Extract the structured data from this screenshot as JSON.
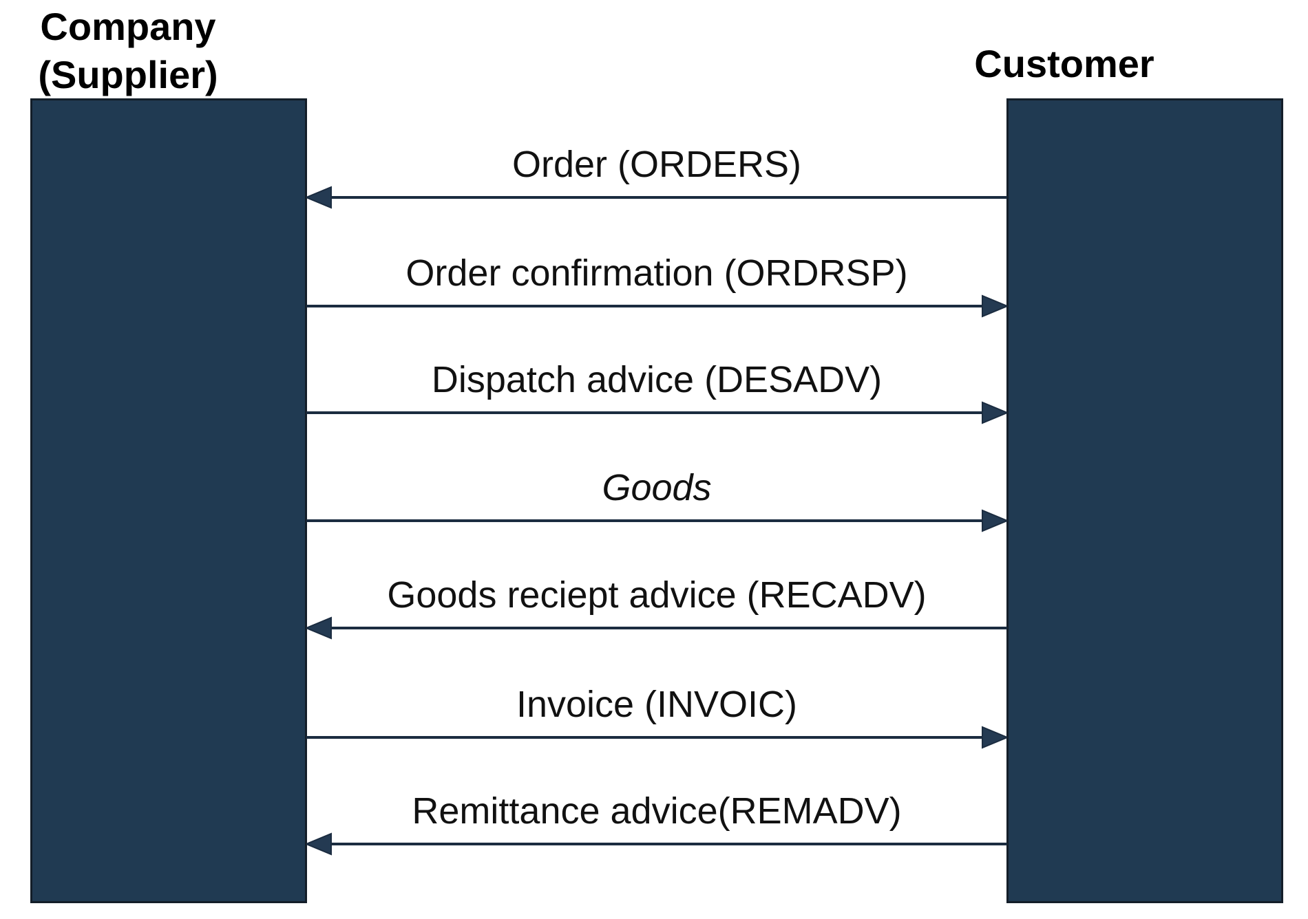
{
  "diagram": {
    "left_actor": {
      "title_line1": "Company",
      "title_line2": "(Supplier)"
    },
    "right_actor": {
      "title": "Customer"
    },
    "messages": [
      {
        "label": "Order (ORDERS)",
        "direction": "to-supplier",
        "style": "normal"
      },
      {
        "label": "Order confirmation (ORDRSP)",
        "direction": "to-customer",
        "style": "normal"
      },
      {
        "label": "Dispatch advice (DESADV)",
        "direction": "to-customer",
        "style": "normal"
      },
      {
        "label": "Goods",
        "direction": "to-customer",
        "style": "italic"
      },
      {
        "label": "Goods reciept advice (RECADV)",
        "direction": "to-supplier",
        "style": "normal"
      },
      {
        "label": "Invoice (INVOIC)",
        "direction": "to-customer",
        "style": "normal"
      },
      {
        "label": "Remittance advice(REMADV)",
        "direction": "to-supplier",
        "style": "normal"
      }
    ],
    "colors": {
      "box_fill": "#203A52",
      "box_border": "#141E29",
      "arrow_line": "#1B2C40",
      "arrowhead_fill": "#243A52",
      "text": "#000000"
    }
  }
}
